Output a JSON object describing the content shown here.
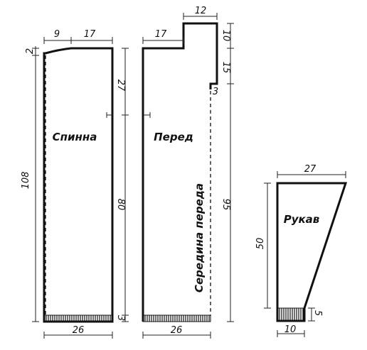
{
  "pieces": {
    "back": {
      "label": "Спинна",
      "width_top_left": "9",
      "width_top_right": "17",
      "shoulder_drop": "2",
      "armhole": "27",
      "side": "80",
      "total_length": "108",
      "hem": "3",
      "bottom_width": "26"
    },
    "front": {
      "label": "Перед",
      "center_label": "Середина переда",
      "shoulder_width": "17",
      "neck_width": "12",
      "neck_top": "10",
      "neck_depth": "15",
      "neck_step": "3",
      "side": "80",
      "center_length": "95",
      "hem": "3",
      "bottom_width": "26"
    },
    "sleeve": {
      "label": "Рукав",
      "top_width": "27",
      "length": "50",
      "cuff": "5",
      "bottom_width": "10"
    }
  }
}
